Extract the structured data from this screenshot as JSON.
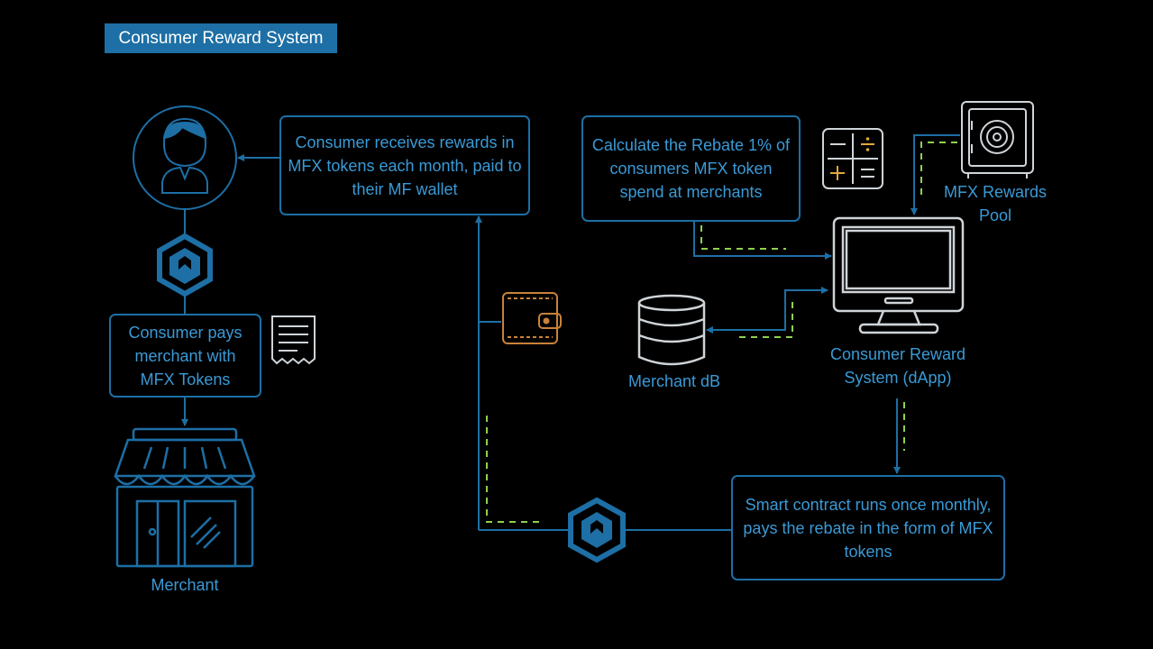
{
  "title": "Consumer Reward System",
  "boxes": {
    "receives_rewards": "Consumer receives rewards in MFX tokens each month, paid to their MF wallet",
    "calculate_rebate": "Calculate the Rebate 1% of consumers MFX token spend at merchants",
    "pays_merchant": "Consumer pays merchant with MFX Tokens",
    "smart_contract": "Smart contract runs once monthly, pays the rebate in the form of MFX tokens"
  },
  "labels": {
    "rewards_pool": "MFX Rewards Pool",
    "merchant_db": "Merchant dB",
    "dapp": "Consumer Reward System (dApp)",
    "merchant": "Merchant"
  },
  "colors": {
    "line_blue": "#1d6fa5",
    "text_blue": "#3a9ad6",
    "dash_green": "#8fd14f",
    "wallet_orange": "#c8823a"
  },
  "icons": [
    "user-icon",
    "token-hex-icon",
    "receipt-icon",
    "store-icon",
    "wallet-icon",
    "calculator-icon",
    "safe-icon",
    "monitor-icon",
    "database-icon"
  ]
}
